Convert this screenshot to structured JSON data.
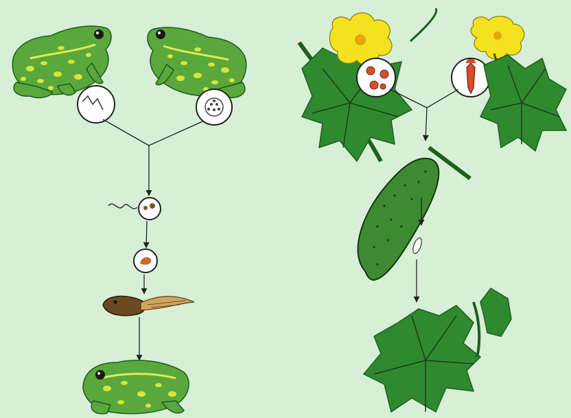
{
  "colors": {
    "background": "#d6efd6",
    "frog_green": "#5aa83c",
    "frog_yellow": "#d8e63a",
    "frog_dark": "#1d5a1a",
    "leaf_green": "#2f8a2f",
    "leaf_dark": "#1e5e1e",
    "flower_yellow": "#f4e21e",
    "cucumber_green": "#3e8a32",
    "tadpole_brown": "#7a5522",
    "accent_red": "#d2502a",
    "line": "#222222"
  },
  "frog_cycle": {
    "stages": [
      "male-frog",
      "female-frog",
      "sperm-cell",
      "egg-cell",
      "fertilization",
      "embryo",
      "tadpole",
      "adult-frog"
    ]
  },
  "cucumber_cycle": {
    "stages": [
      "male-flower",
      "female-flower",
      "pollen-grains",
      "pistil",
      "cucumber-fruit",
      "seed",
      "seedling"
    ]
  }
}
